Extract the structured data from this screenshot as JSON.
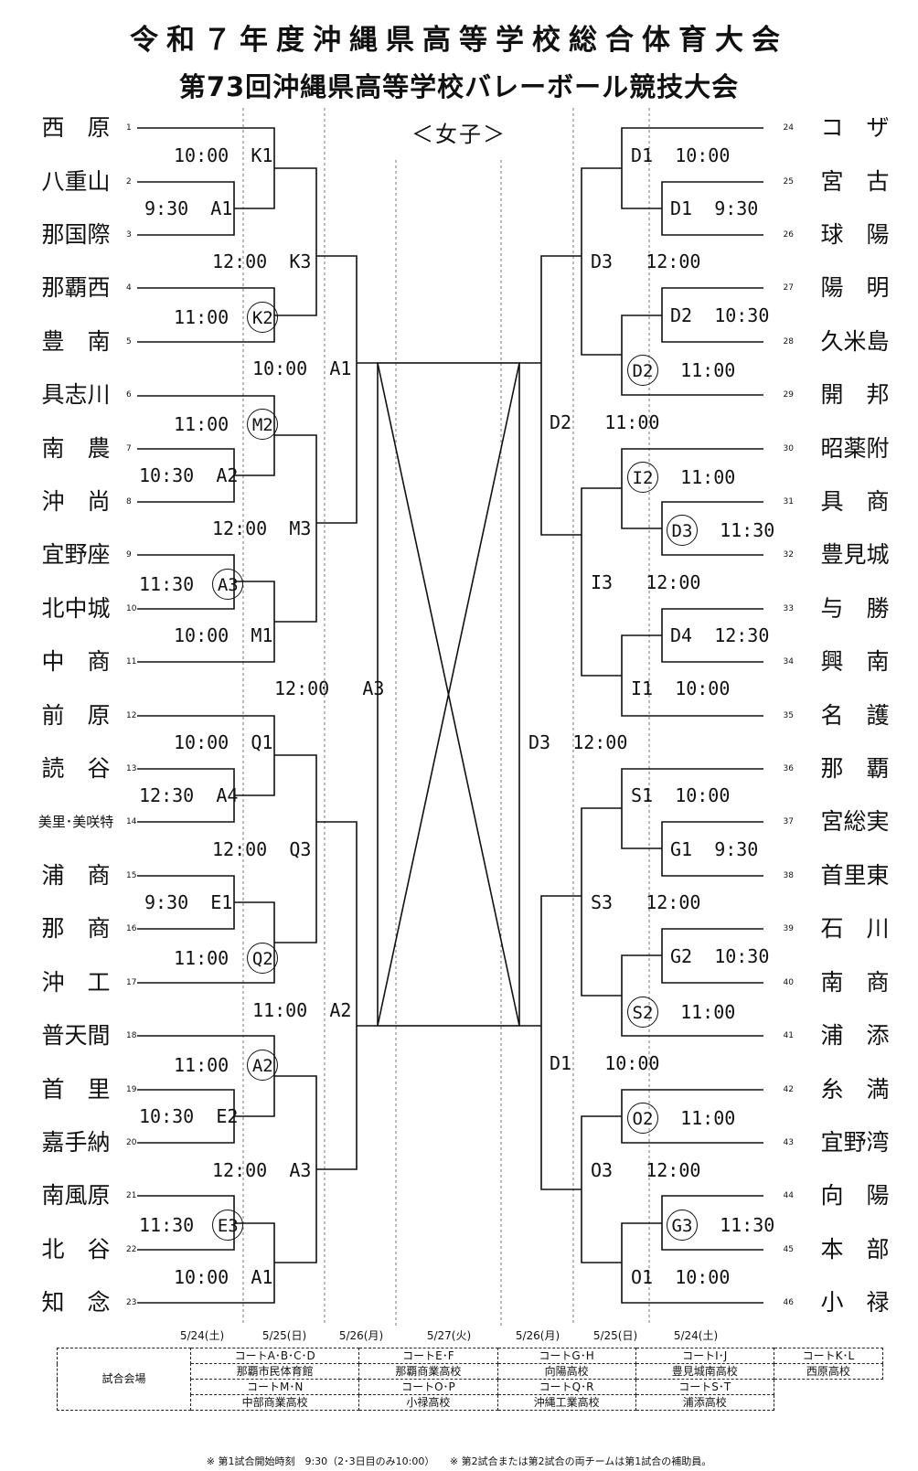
{
  "titles": {
    "line1": "令和７年度沖縄県高等学校総合体育大会",
    "line2": "第73回沖縄県高等学校バレーボール競技大会",
    "division": "＜女子＞"
  },
  "left_teams": [
    {
      "seed": "1",
      "name": "西　原"
    },
    {
      "seed": "2",
      "name": "八重山"
    },
    {
      "seed": "3",
      "name": "那国際"
    },
    {
      "seed": "4",
      "name": "那覇西"
    },
    {
      "seed": "5",
      "name": "豊　南"
    },
    {
      "seed": "6",
      "name": "具志川"
    },
    {
      "seed": "7",
      "name": "南　農"
    },
    {
      "seed": "8",
      "name": "沖　尚"
    },
    {
      "seed": "9",
      "name": "宜野座"
    },
    {
      "seed": "10",
      "name": "北中城"
    },
    {
      "seed": "11",
      "name": "中　商"
    },
    {
      "seed": "12",
      "name": "前　原"
    },
    {
      "seed": "13",
      "name": "読　谷"
    },
    {
      "seed": "14",
      "name": "美里･美咲特"
    },
    {
      "seed": "15",
      "name": "浦　商"
    },
    {
      "seed": "16",
      "name": "那　商"
    },
    {
      "seed": "17",
      "name": "沖　工"
    },
    {
      "seed": "18",
      "name": "普天間"
    },
    {
      "seed": "19",
      "name": "首　里"
    },
    {
      "seed": "20",
      "name": "嘉手納"
    },
    {
      "seed": "21",
      "name": "南風原"
    },
    {
      "seed": "22",
      "name": "北　谷"
    },
    {
      "seed": "23",
      "name": "知　念"
    }
  ],
  "right_teams": [
    {
      "seed": "24",
      "name": "コ　ザ"
    },
    {
      "seed": "25",
      "name": "宮　古"
    },
    {
      "seed": "26",
      "name": "球　陽"
    },
    {
      "seed": "27",
      "name": "陽　明"
    },
    {
      "seed": "28",
      "name": "久米島"
    },
    {
      "seed": "29",
      "name": "開　邦"
    },
    {
      "seed": "30",
      "name": "昭薬附"
    },
    {
      "seed": "31",
      "name": "具　商"
    },
    {
      "seed": "32",
      "name": "豊見城"
    },
    {
      "seed": "33",
      "name": "与　勝"
    },
    {
      "seed": "34",
      "name": "興　南"
    },
    {
      "seed": "35",
      "name": "名　護"
    },
    {
      "seed": "36",
      "name": "那　覇"
    },
    {
      "seed": "37",
      "name": "宮総実"
    },
    {
      "seed": "38",
      "name": "首里東"
    },
    {
      "seed": "39",
      "name": "石　川"
    },
    {
      "seed": "40",
      "name": "南　商"
    },
    {
      "seed": "41",
      "name": "浦　添"
    },
    {
      "seed": "42",
      "name": "糸　満"
    },
    {
      "seed": "43",
      "name": "宜野湾"
    },
    {
      "seed": "44",
      "name": "向　陽"
    },
    {
      "seed": "45",
      "name": "本　部"
    },
    {
      "seed": "46",
      "name": "小　禄"
    }
  ],
  "left_matches": [
    {
      "time": "10:00",
      "court": "K1"
    },
    {
      "time": "9:30",
      "court": "A1"
    },
    {
      "time": "12:00",
      "court": "K3"
    },
    {
      "time": "11:00",
      "court": "K2"
    },
    {
      "time": "10:00",
      "court": "A1"
    },
    {
      "time": "11:00",
      "court": "M2"
    },
    {
      "time": "10:30",
      "court": "A2"
    },
    {
      "time": "12:00",
      "court": "M3"
    },
    {
      "time": "11:30",
      "court": "A3"
    },
    {
      "time": "10:00",
      "court": "M1"
    },
    {
      "time": "12:00",
      "court": "A3"
    },
    {
      "time": "10:00",
      "court": "Q1"
    },
    {
      "time": "12:30",
      "court": "A4"
    },
    {
      "time": "12:00",
      "court": "Q3"
    },
    {
      "time": "9:30",
      "court": "E1"
    },
    {
      "time": "11:00",
      "court": "Q2"
    },
    {
      "time": "11:00",
      "court": "A2"
    },
    {
      "time": "11:00",
      "court": "A2"
    },
    {
      "time": "10:30",
      "court": "E2"
    },
    {
      "time": "12:00",
      "court": "A3"
    },
    {
      "time": "11:30",
      "court": "E3"
    },
    {
      "time": "10:00",
      "court": "A1"
    }
  ],
  "right_matches": [
    {
      "court": "D1",
      "time": "10:00"
    },
    {
      "court": "D1",
      "time": "9:30"
    },
    {
      "court": "D3",
      "time": "12:00"
    },
    {
      "court": "D2",
      "time": "10:30"
    },
    {
      "court": "D2",
      "time": "11:00"
    },
    {
      "court": "D2",
      "time": "11:00"
    },
    {
      "court": "I2",
      "time": "11:00"
    },
    {
      "court": "D3",
      "time": "11:30"
    },
    {
      "court": "I3",
      "time": "12:00"
    },
    {
      "court": "D4",
      "time": "12:30"
    },
    {
      "court": "I1",
      "time": "10:00"
    },
    {
      "court": "D3",
      "time": "12:00"
    },
    {
      "court": "S1",
      "time": "10:00"
    },
    {
      "court": "G1",
      "time": "9:30"
    },
    {
      "court": "S3",
      "time": "12:00"
    },
    {
      "court": "G2",
      "time": "10:30"
    },
    {
      "court": "S2",
      "time": "11:00"
    },
    {
      "court": "D1",
      "time": "10:00"
    },
    {
      "court": "O2",
      "time": "11:00"
    },
    {
      "court": "O3",
      "time": "12:00"
    },
    {
      "court": "G3",
      "time": "11:30"
    },
    {
      "court": "O1",
      "time": "10:00"
    }
  ],
  "dates": [
    "5/24(土)",
    "5/25(日)",
    "5/26(月)",
    "5/27(火)",
    "5/26(月)",
    "5/25(日)",
    "5/24(土)"
  ],
  "venue": {
    "label": "試合会場",
    "courts_row1": [
      "コートA･B･C･D",
      "コートE･F",
      "コートG･H",
      "コートI･J",
      "コートK･L"
    ],
    "venues_row1": [
      "那覇市民体育館",
      "那覇商業高校",
      "向陽高校",
      "豊見城南高校",
      "西原高校"
    ],
    "courts_row2": [
      "コートM･N",
      "コートO･P",
      "コートQ･R",
      "コートS･T"
    ],
    "venues_row2": [
      "中部商業高校",
      "小禄高校",
      "沖縄工業高校",
      "浦添高校"
    ]
  },
  "footnote": "※ 第1試合開始時刻　9:30（2･3日目のみ10:00）　　※ 第2試合または第2試合の両チームは第1試合の補助員。"
}
